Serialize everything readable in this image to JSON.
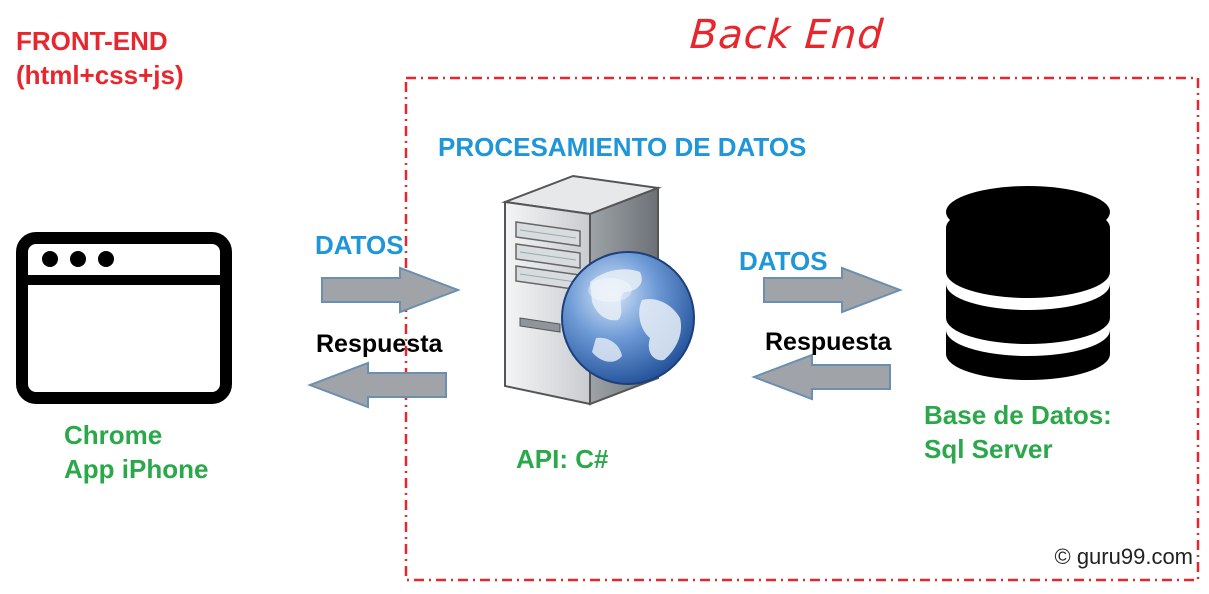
{
  "front_end": {
    "title_line1": "FRONT-END",
    "title_line2": "(html+css+js)"
  },
  "back_end": {
    "title": "Back End",
    "processing_label": "PROCESAMIENTO DE DATOS"
  },
  "client": {
    "line1": "Chrome",
    "line2": "App iPhone"
  },
  "api": {
    "label": "API: C#"
  },
  "database": {
    "line1": "Base de Datos:",
    "line2": "Sql Server"
  },
  "flows": {
    "left_request": "DATOS",
    "left_response": "Respuesta",
    "right_request": "DATOS",
    "right_response": "Respuesta"
  },
  "watermark": "© guru99.com",
  "colors": {
    "front_end_red": "#e8262d",
    "processing_blue": "#1e96d8",
    "label_green": "#2aa84a",
    "arrow_fill": "#a0a4a8",
    "arrow_stroke": "#6a8fb0",
    "globe_blue": "#2f67b3"
  },
  "icons": {
    "client": "browser-window-icon",
    "api": "server-globe-icon",
    "database": "database-stack-icon"
  }
}
